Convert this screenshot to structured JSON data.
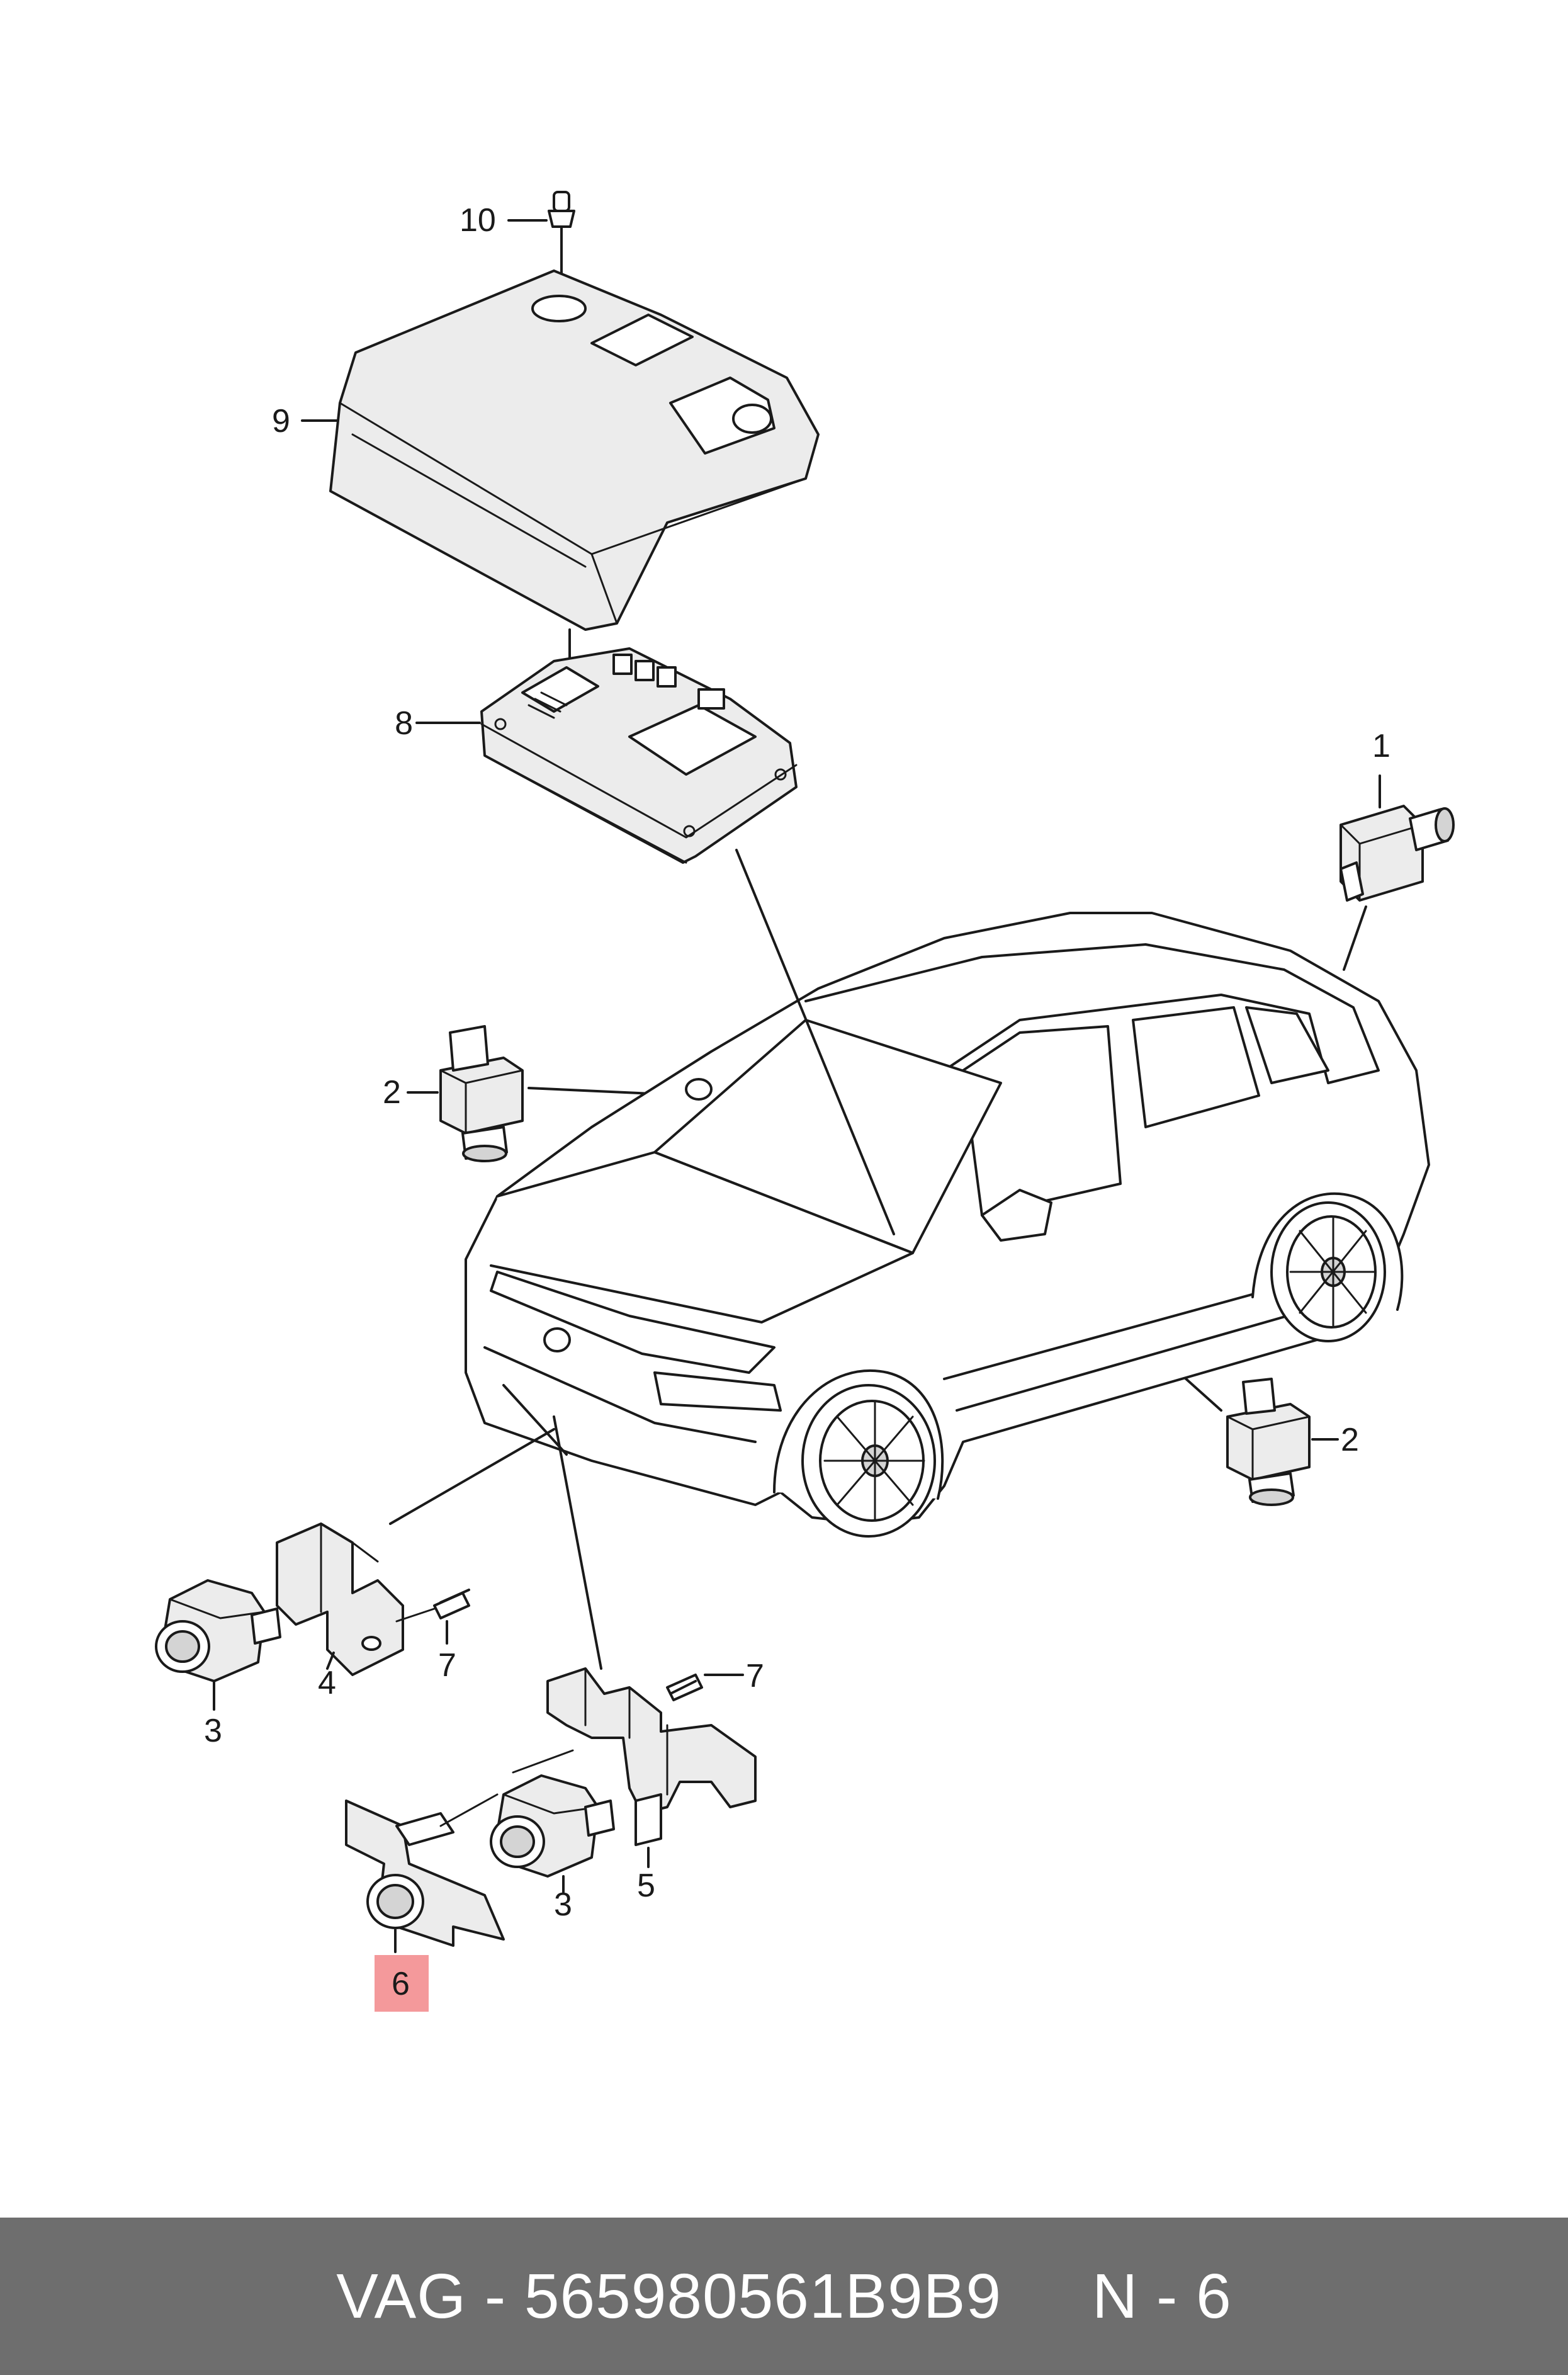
{
  "callouts": {
    "c1": "1",
    "c2a": "2",
    "c2b": "2",
    "c3a": "3",
    "c3b": "3",
    "c4": "4",
    "c5": "5",
    "c6": "6",
    "c7a": "7",
    "c7b": "7",
    "c8": "8",
    "c9": "9",
    "c10": "10"
  },
  "highlight_color": "#f4999b",
  "footer": {
    "text": "VAG - 565980561B9B9     N - 6"
  }
}
